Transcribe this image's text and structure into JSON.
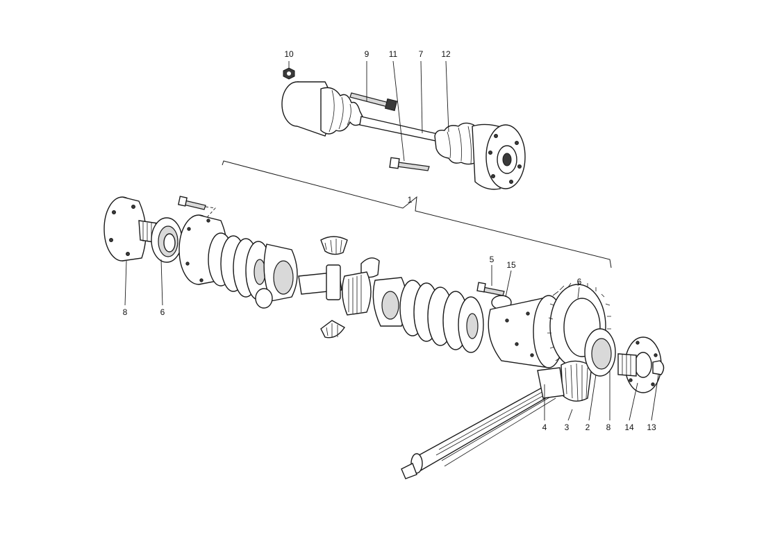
{
  "callouts": [
    {
      "id": "c10",
      "label": "10"
    },
    {
      "id": "c9",
      "label": "9"
    },
    {
      "id": "c11",
      "label": "11"
    },
    {
      "id": "c7",
      "label": "7"
    },
    {
      "id": "c12",
      "label": "12"
    },
    {
      "id": "c1",
      "label": "1"
    },
    {
      "id": "c5",
      "label": "5"
    },
    {
      "id": "c15",
      "label": "15"
    },
    {
      "id": "c6b",
      "label": "6"
    },
    {
      "id": "c8a",
      "label": "8"
    },
    {
      "id": "c6a",
      "label": "6"
    },
    {
      "id": "c4",
      "label": "4"
    },
    {
      "id": "c3",
      "label": "3"
    },
    {
      "id": "c2",
      "label": "2"
    },
    {
      "id": "c8b",
      "label": "8"
    },
    {
      "id": "c14",
      "label": "14"
    },
    {
      "id": "c13",
      "label": "13"
    }
  ]
}
